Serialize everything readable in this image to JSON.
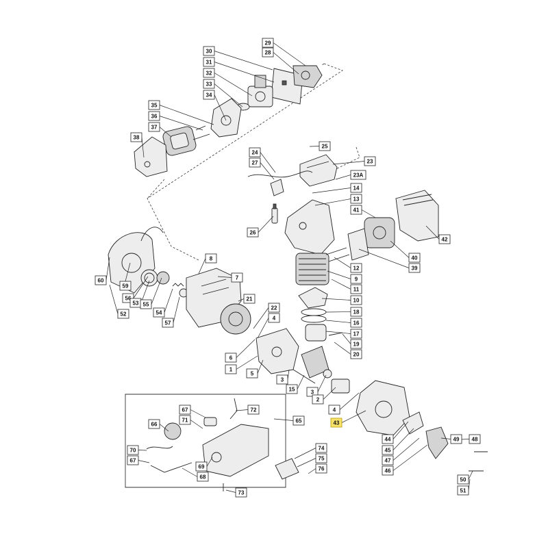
{
  "diagram": {
    "highlight_color": "#f7e36a",
    "callouts": [
      {
        "id": "c30",
        "label": "30",
        "hl": false
      },
      {
        "id": "c31",
        "label": "31",
        "hl": false
      },
      {
        "id": "c32",
        "label": "32",
        "hl": false
      },
      {
        "id": "c33",
        "label": "33",
        "hl": false
      },
      {
        "id": "c34",
        "label": "34",
        "hl": false
      },
      {
        "id": "c29",
        "label": "29",
        "hl": false
      },
      {
        "id": "c28",
        "label": "28",
        "hl": false
      },
      {
        "id": "c35",
        "label": "35",
        "hl": false
      },
      {
        "id": "c36",
        "label": "36",
        "hl": false
      },
      {
        "id": "c37",
        "label": "37",
        "hl": false
      },
      {
        "id": "c38",
        "label": "38",
        "hl": false
      },
      {
        "id": "c25",
        "label": "25",
        "hl": false
      },
      {
        "id": "c24",
        "label": "24",
        "hl": false
      },
      {
        "id": "c27",
        "label": "27",
        "hl": false
      },
      {
        "id": "c23",
        "label": "23",
        "hl": false
      },
      {
        "id": "c23A",
        "label": "23A",
        "hl": false
      },
      {
        "id": "c14",
        "label": "14",
        "hl": false
      },
      {
        "id": "c13",
        "label": "13",
        "hl": false
      },
      {
        "id": "c41",
        "label": "41",
        "hl": false
      },
      {
        "id": "c26",
        "label": "26",
        "hl": false
      },
      {
        "id": "c42",
        "label": "42",
        "hl": false
      },
      {
        "id": "c40",
        "label": "40",
        "hl": false
      },
      {
        "id": "c39",
        "label": "39",
        "hl": false
      },
      {
        "id": "c12",
        "label": "12",
        "hl": false
      },
      {
        "id": "c9",
        "label": "9",
        "hl": false
      },
      {
        "id": "c11",
        "label": "11",
        "hl": false
      },
      {
        "id": "c10",
        "label": "10",
        "hl": false
      },
      {
        "id": "c18",
        "label": "18",
        "hl": false
      },
      {
        "id": "c16",
        "label": "16",
        "hl": false
      },
      {
        "id": "c17",
        "label": "17",
        "hl": false
      },
      {
        "id": "c19",
        "label": "19",
        "hl": false
      },
      {
        "id": "c20",
        "label": "20",
        "hl": false
      },
      {
        "id": "c8",
        "label": "8",
        "hl": false
      },
      {
        "id": "c7",
        "label": "7",
        "hl": false
      },
      {
        "id": "c21",
        "label": "21",
        "hl": false
      },
      {
        "id": "c22",
        "label": "22",
        "hl": false
      },
      {
        "id": "c4a",
        "label": "4",
        "hl": false
      },
      {
        "id": "c60",
        "label": "60",
        "hl": false
      },
      {
        "id": "c59",
        "label": "59",
        "hl": false
      },
      {
        "id": "c56",
        "label": "56",
        "hl": false
      },
      {
        "id": "c53",
        "label": "53",
        "hl": false
      },
      {
        "id": "c55",
        "label": "55",
        "hl": false
      },
      {
        "id": "c52",
        "label": "52",
        "hl": false
      },
      {
        "id": "c54",
        "label": "54",
        "hl": false
      },
      {
        "id": "c57",
        "label": "57",
        "hl": false
      },
      {
        "id": "c6",
        "label": "6",
        "hl": false
      },
      {
        "id": "c1",
        "label": "1",
        "hl": false
      },
      {
        "id": "c5",
        "label": "5",
        "hl": false
      },
      {
        "id": "c3a",
        "label": "3",
        "hl": false
      },
      {
        "id": "c15",
        "label": "15",
        "hl": false
      },
      {
        "id": "c3b",
        "label": "3",
        "hl": false
      },
      {
        "id": "c2",
        "label": "2",
        "hl": false
      },
      {
        "id": "c4b",
        "label": "4",
        "hl": false
      },
      {
        "id": "c43",
        "label": "43",
        "hl": true
      },
      {
        "id": "c44",
        "label": "44",
        "hl": false
      },
      {
        "id": "c45",
        "label": "45",
        "hl": false
      },
      {
        "id": "c47",
        "label": "47",
        "hl": false
      },
      {
        "id": "c46",
        "label": "46",
        "hl": false
      },
      {
        "id": "c49",
        "label": "49",
        "hl": false
      },
      {
        "id": "c48",
        "label": "48",
        "hl": false
      },
      {
        "id": "c50",
        "label": "50",
        "hl": false
      },
      {
        "id": "c51",
        "label": "51",
        "hl": false
      },
      {
        "id": "c72",
        "label": "72",
        "hl": false
      },
      {
        "id": "c67a",
        "label": "67",
        "hl": false
      },
      {
        "id": "c71",
        "label": "71",
        "hl": false
      },
      {
        "id": "c66",
        "label": "66",
        "hl": false
      },
      {
        "id": "c65",
        "label": "65",
        "hl": false
      },
      {
        "id": "c70",
        "label": "70",
        "hl": false
      },
      {
        "id": "c67b",
        "label": "67",
        "hl": false
      },
      {
        "id": "c69",
        "label": "69",
        "hl": false
      },
      {
        "id": "c68",
        "label": "68",
        "hl": false
      },
      {
        "id": "c74",
        "label": "74",
        "hl": false
      },
      {
        "id": "c75",
        "label": "75",
        "hl": false
      },
      {
        "id": "c76",
        "label": "76",
        "hl": false
      },
      {
        "id": "c73",
        "label": "73",
        "hl": false
      }
    ]
  }
}
